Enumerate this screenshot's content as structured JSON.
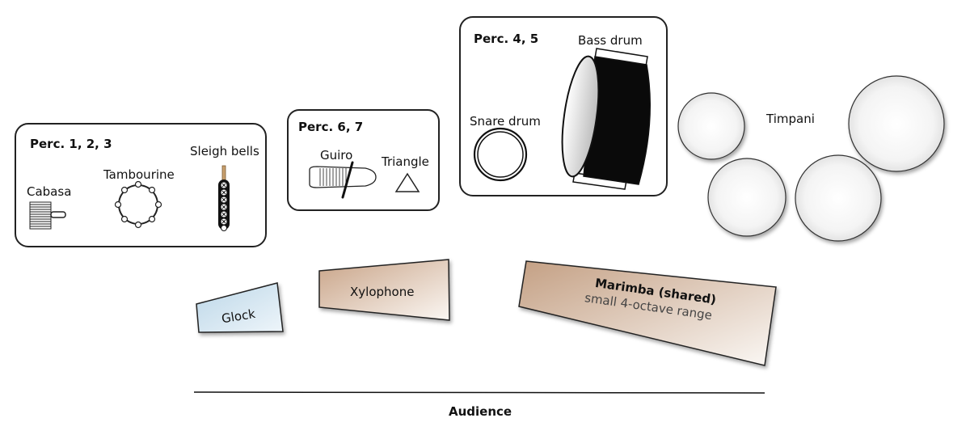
{
  "groups": {
    "perc123": {
      "title": "Perc. 1, 2, 3",
      "cabasa": "Cabasa",
      "tambourine": "Tambourine",
      "sleigh_bells": "Sleigh bells"
    },
    "perc67": {
      "title": "Perc. 6, 7",
      "guiro": "Guiro",
      "triangle": "Triangle"
    },
    "perc45": {
      "title": "Perc. 4, 5",
      "snare": "Snare drum",
      "bass": "Bass drum"
    }
  },
  "timpani": {
    "label": "Timpani"
  },
  "mallets": {
    "glock": "Glock",
    "xylophone": "Xylophone",
    "marimba": "Marimba (shared)",
    "marimba_note": "small 4-octave range"
  },
  "audience": "Audience",
  "colors": {
    "glock_fill": "#cfe3ef",
    "wood_fill": "#c9a88a",
    "box_stroke": "#222222"
  }
}
